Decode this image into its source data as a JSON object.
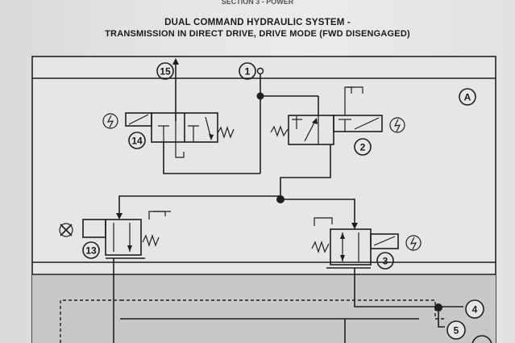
{
  "header": {
    "section_header": "SECTION 3 - POWER",
    "title_line1": "DUAL COMMAND HYDRAULIC SYSTEM   -",
    "title_line2": "TRANSMISSION IN DIRECT DRIVE,  DRIVE MODE (FWD DISENGAGED)"
  },
  "diagram": {
    "panel_label": "A",
    "port_labels": [
      "15",
      "1",
      "14",
      "2",
      "13",
      "3",
      "4",
      "5"
    ]
  }
}
